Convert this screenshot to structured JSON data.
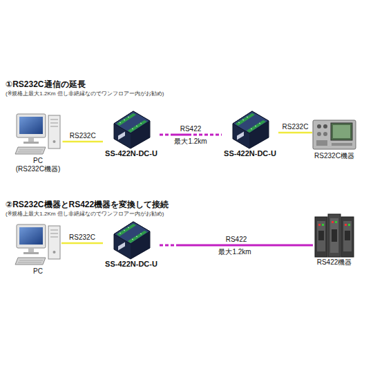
{
  "diagram": {
    "nodes": [
      {
        "text": [
          "PC",
          "(RS232C機器)"
        ]
      },
      {
        "text": [
          "SS-422N-DC-U"
        ]
      },
      {
        "text": [
          "SS-422N-DC-U"
        ]
      },
      {
        "text": [
          "RS232C機器"
        ]
      },
      {
        "text": [
          "PC"
        ]
      },
      {
        "text": [
          "SS-422N-DC-U"
        ]
      },
      {
        "text": [
          "RS422機器"
        ]
      }
    ],
    "edges": [
      {
        "from": 0,
        "to": 1,
        "label": "RS232C",
        "arrow": "none"
      },
      {
        "from": 1,
        "to": 2,
        "label": "RS422",
        "arrow": "none"
      },
      {
        "from": 2,
        "to": 3,
        "label": "RS232C",
        "arrow": "none"
      },
      {
        "from": 4,
        "to": 5,
        "label": "RS232C",
        "arrow": "none"
      },
      {
        "from": 5,
        "to": 6,
        "label": "RS422",
        "arrow": "none"
      }
    ],
    "labels": [
      "①RS232C通信の延長",
      "(※規格上最大1.2Km 但し非絶縁なのでワンフロアー内がお勧め)",
      "最大1.2km",
      "②RS232C機器とRS422機器を変換して接続",
      "(※規格上最大1.2Km 但し非絶縁なのでワンフロアー内がお勧め)",
      "最大1.2km"
    ]
  }
}
